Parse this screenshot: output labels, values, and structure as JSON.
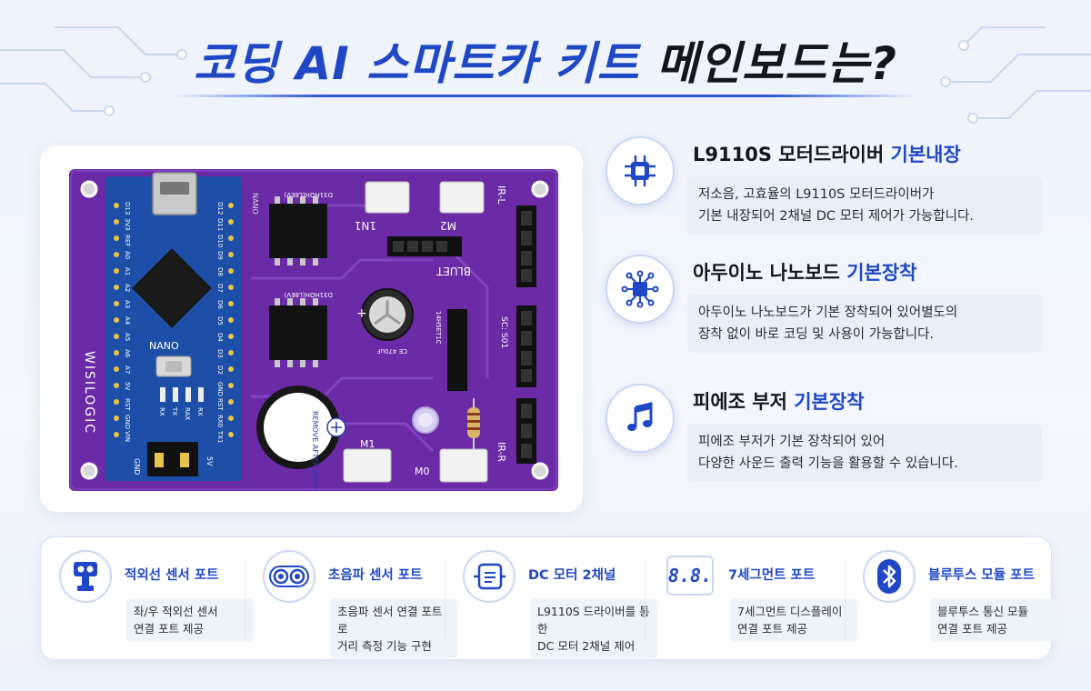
{
  "title": {
    "part1": "코딩 AI 스마트카 키트 ",
    "part2": "메인보드는?"
  },
  "board": {
    "brand": "WISILOGIC",
    "nano_label": "NANO",
    "left_pins": [
      "D13",
      "3V3",
      "REF",
      "A0",
      "A1",
      "A2",
      "A3",
      "A4",
      "A5",
      "A6",
      "A7",
      "5V",
      "RST",
      "GND",
      "VIN"
    ],
    "right_pins": [
      "D12",
      "D11",
      "D10",
      "D9",
      "D8",
      "D7",
      "D6",
      "D5",
      "D4",
      "D3",
      "D2",
      "GND",
      "RST",
      "RX0",
      "TX1"
    ],
    "bottom_pins": [
      "RX",
      "TX",
      "RAX",
      "RX"
    ],
    "gnd_label": "GND",
    "v5_label": "5V",
    "chip_text": "D31HOH(L8EV)",
    "n1": "1N1",
    "m2": "M2",
    "irl": "IR-L",
    "irr": "IR-R",
    "bluet": "BLUET",
    "sc": "SC: S01",
    "m1": "M1",
    "m0": "M0",
    "buzzer_text": "REMOVE AFTER WASHING",
    "cap_text": "CE 470uF",
    "led_text": "14H5ET1C",
    "nano_side": "NANO"
  },
  "features": [
    {
      "icon": "chip-icon",
      "title_main": "L9110S 모터드라이버 ",
      "title_accent": "기본내장",
      "desc_line1": "저소음, 고효율의 L9110S 모터드라이버가",
      "desc_line2": "기본 내장되어 2채널 DC 모터 제어가 가능합니다."
    },
    {
      "icon": "circuit-icon",
      "title_main": "아두이노 나노보드 ",
      "title_accent": "기본장착",
      "desc_line1": "아두이노 나노보드가 기본 장착되어 있어별도의",
      "desc_line2": "장착 없이 바로 코딩 및 사용이 가능합니다."
    },
    {
      "icon": "music-note-icon",
      "title_main": "피에조 부저 ",
      "title_accent": "기본장착",
      "desc_line1": "피에조 부저가 기본 장착되어 있어",
      "desc_line2": "다양한 사운드 출력 기능을 활용할 수 있습니다."
    }
  ],
  "ports": [
    {
      "icon": "infrared-sensor-icon",
      "title": "적외선 센서 포트",
      "desc_line1": "좌/우 적외선 센서",
      "desc_line2": "연결 포트 제공"
    },
    {
      "icon": "ultrasonic-sensor-icon",
      "title": "초음파 센서 포트",
      "desc_line1": "초음파 센서 연결 포트로",
      "desc_line2": "거리 측정 기능 구현"
    },
    {
      "icon": "dc-motor-icon",
      "title": "DC 모터 2채널",
      "desc_line1": "L9110S 드라이버를 통한",
      "desc_line2": "DC 모터 2채널 제어"
    },
    {
      "icon": "seven-segment-icon",
      "title": "7세그먼트 포트",
      "desc_line1": "7세그먼트 디스플레이",
      "desc_line2": "연결 포트 제공",
      "icon_text": "8.8."
    },
    {
      "icon": "bluetooth-icon",
      "title": "블루투스 모듈 포트",
      "desc_line1": "블루투스 통신 모듈",
      "desc_line2": "연결 포트 제공"
    }
  ],
  "colors": {
    "accent": "#1f47c6",
    "board": "#6b2aa6",
    "nano": "#1d4fa8"
  }
}
